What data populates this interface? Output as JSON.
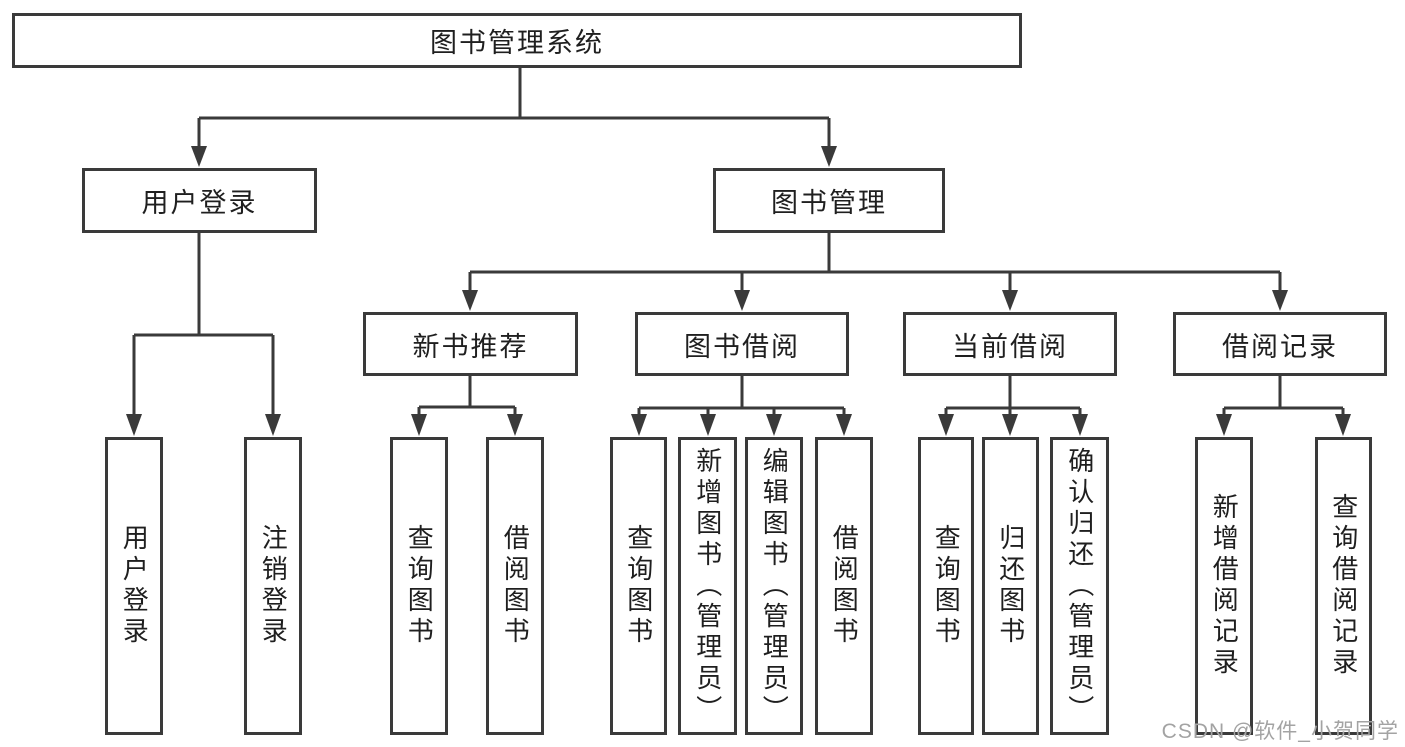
{
  "diagram": {
    "type": "hierarchy",
    "root": {
      "label": "图书管理系统",
      "children": [
        {
          "label": "用户登录",
          "children": [
            {
              "label": "用户登录"
            },
            {
              "label": "注销登录"
            }
          ]
        },
        {
          "label": "图书管理",
          "children": [
            {
              "label": "新书推荐",
              "children": [
                {
                  "label": "查询图书"
                },
                {
                  "label": "借阅图书"
                }
              ]
            },
            {
              "label": "图书借阅",
              "children": [
                {
                  "label": "查询图书"
                },
                {
                  "label": "新增图书（管理员）"
                },
                {
                  "label": "编辑图书（管理员）"
                },
                {
                  "label": "借阅图书"
                }
              ]
            },
            {
              "label": "当前借阅",
              "children": [
                {
                  "label": "查询图书"
                },
                {
                  "label": "归还图书"
                },
                {
                  "label": "确认归还（管理员）"
                }
              ]
            },
            {
              "label": "借阅记录",
              "children": [
                {
                  "label": "新增借阅记录"
                },
                {
                  "label": "查询借阅记录"
                }
              ]
            }
          ]
        }
      ]
    }
  },
  "watermark": {
    "text": "CSDN @软件_小贺同学"
  },
  "colors": {
    "line": "#3a3a3a",
    "text": "#1f1f1f",
    "watermark": "#a3a3a3",
    "background": "#ffffff"
  }
}
